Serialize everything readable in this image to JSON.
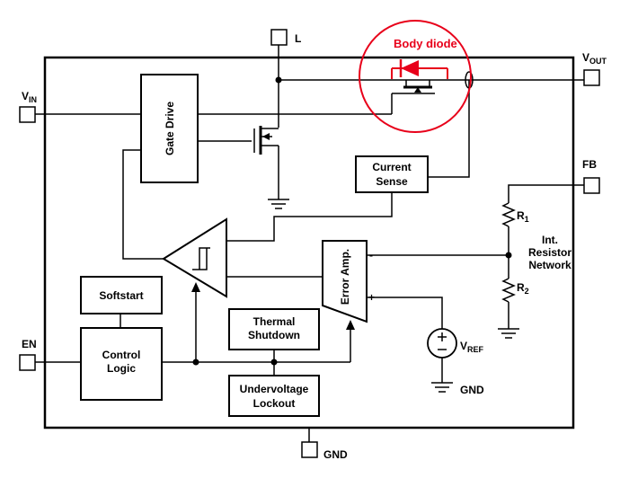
{
  "annotation": {
    "label": "Body diode",
    "color": "#e8001a"
  },
  "pins": {
    "vin_main": "V",
    "vin_sub": "IN",
    "vout_main": "V",
    "vout_sub": "OUT",
    "l": "L",
    "fb": "FB",
    "en": "EN",
    "gnd": "GND"
  },
  "blocks": {
    "gate_drive": "Gate Drive",
    "current_sense_1": "Current",
    "current_sense_2": "Sense",
    "softstart": "Softstart",
    "control_logic_1": "Control",
    "control_logic_2": "Logic",
    "thermal_1": "Thermal",
    "thermal_2": "Shutdown",
    "uvlo_1": "Undervoltage",
    "uvlo_2": "Lockout",
    "error_amp": "Error Amp."
  },
  "network": {
    "r1_main": "R",
    "r1_sub": "1",
    "r2_main": "R",
    "r2_sub": "2",
    "int_1": "Int.",
    "int_2": "Resistor",
    "int_3": "Network",
    "vref_main": "V",
    "vref_sub": "REF",
    "gnd_ref": "GND",
    "amp_minus": "-",
    "amp_plus": "+"
  }
}
